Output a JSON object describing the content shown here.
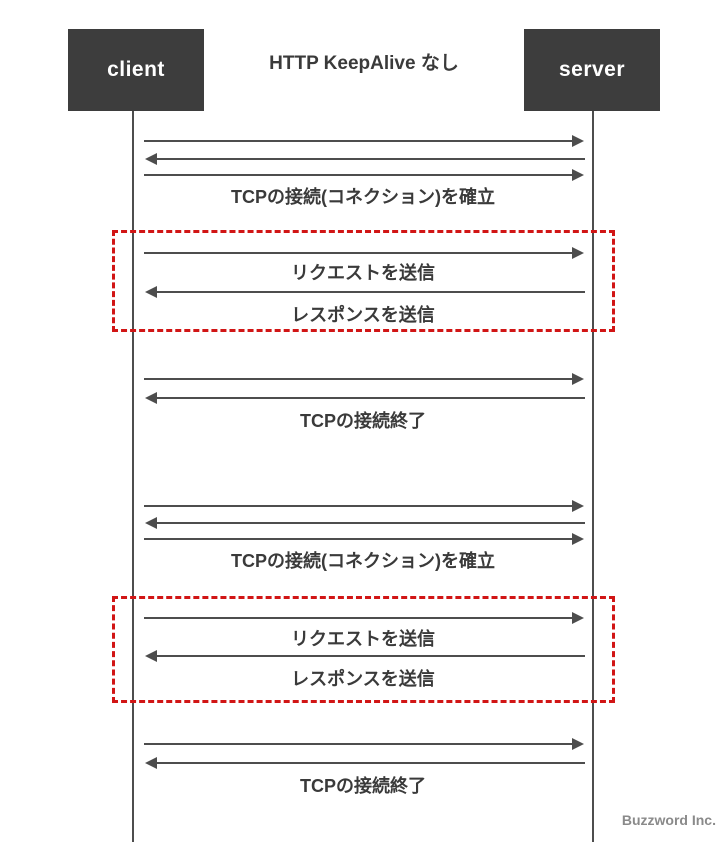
{
  "title": "HTTP KeepAlive なし",
  "actors": [
    {
      "id": "client",
      "label": "client"
    },
    {
      "id": "server",
      "label": "server"
    }
  ],
  "steps": [
    {
      "type": "message-group",
      "label": "TCPの接続(コネクション)を確立",
      "arrows": [
        "client→server",
        "server→client",
        "client→server"
      ]
    },
    {
      "type": "highlighted-group",
      "messages": [
        {
          "label": "リクエストを送信",
          "direction": "client→server"
        },
        {
          "label": "レスポンスを送信",
          "direction": "server→client"
        }
      ]
    },
    {
      "type": "message-group",
      "label": "TCPの接続終了",
      "arrows": [
        "client→server",
        "server→client"
      ]
    },
    {
      "type": "message-group",
      "label": "TCPの接続(コネクション)を確立",
      "arrows": [
        "client→server",
        "server→client",
        "client→server"
      ]
    },
    {
      "type": "highlighted-group",
      "messages": [
        {
          "label": "リクエストを送信",
          "direction": "client→server"
        },
        {
          "label": "レスポンスを送信",
          "direction": "server→client"
        }
      ]
    },
    {
      "type": "message-group",
      "label": "TCPの接続終了",
      "arrows": [
        "client→server",
        "server→client"
      ]
    }
  ],
  "footer": {
    "credit": "Buzzword Inc."
  },
  "colors": {
    "background": "#ffffff",
    "actor_box_bg": "#3d3d3d",
    "actor_text": "#ffffff",
    "line": "#4d4d4d",
    "label_text": "#3a3a3a",
    "highlight_border": "#d11515",
    "credit_text": "#8a8a8a"
  }
}
